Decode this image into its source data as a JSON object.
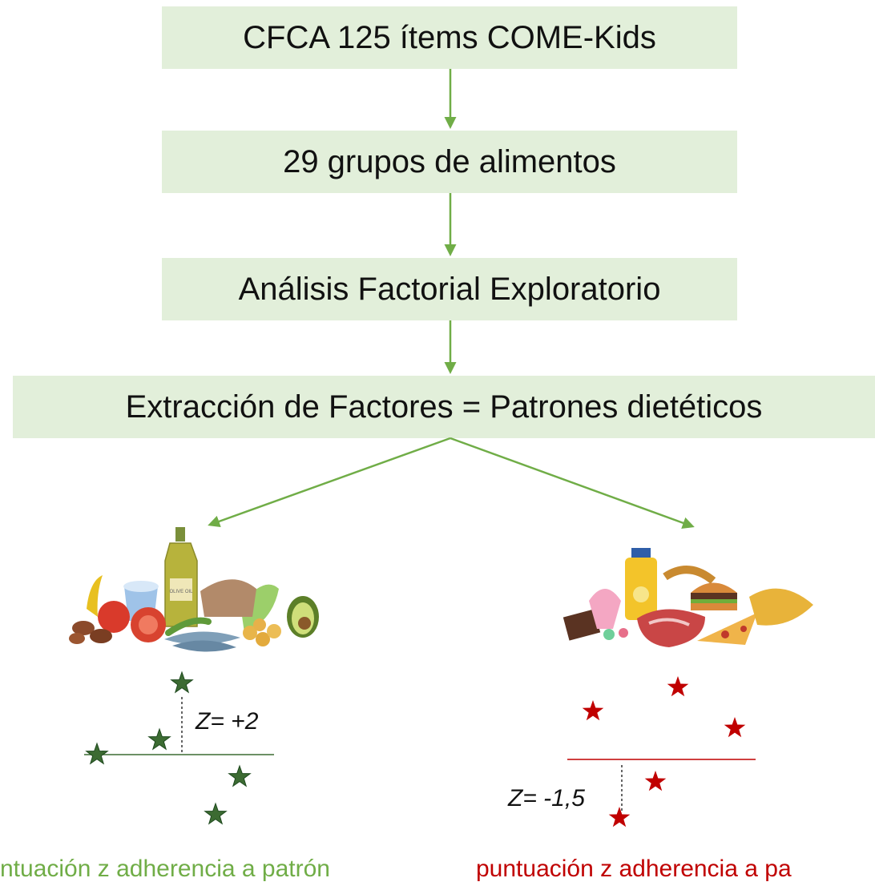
{
  "flow": {
    "step1": "CFCA 125 ítems COME-Kids",
    "step2": "29 grupos de alimentos",
    "step3": "Análisis Factorial Exploratorio",
    "step4": "Extracción de Factores = Patrones dietéticos"
  },
  "left_branch": {
    "illustration": "healthy-foods-illustration",
    "oil_bottle_label": "OLIVE OIL",
    "z_label": "Z= +2",
    "caption": "ntuación z adherencia a patrón",
    "color": "#70ad47",
    "star_color": "#3c6b32"
  },
  "right_branch": {
    "illustration": "unhealthy-foods-illustration",
    "z_label": "Z= -1,5",
    "caption": "puntuación z adherencia a pa",
    "color": "#c00000"
  },
  "colors": {
    "box_fill": "#e2efda",
    "arrow": "#70ad47"
  }
}
